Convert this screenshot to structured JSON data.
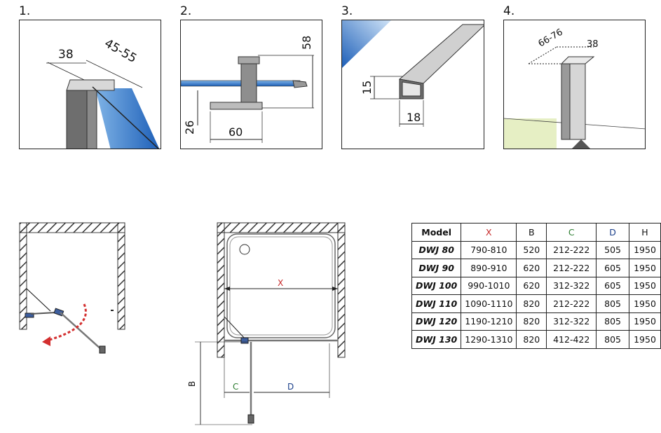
{
  "steps": [
    {
      "number": "1.",
      "dims": {
        "width": "38",
        "range": "45-55"
      }
    },
    {
      "number": "2.",
      "dims": {
        "height_top": "58",
        "height_bottom": "26",
        "width": "60"
      }
    },
    {
      "number": "3.",
      "dims": {
        "height": "15",
        "width": "18"
      }
    },
    {
      "number": "4.",
      "dims": {
        "range": "66-76",
        "width": "38"
      }
    }
  ],
  "plan": {
    "labels": {
      "x": "X",
      "b": "B",
      "c": "C",
      "d": "D"
    },
    "colors": {
      "x": "#c62828",
      "c": "#2e7d32",
      "d": "#1a3f8a",
      "arrow": "#d32f2f",
      "glass": "#3d7fc4"
    }
  },
  "table": {
    "headers": [
      "Model",
      "X",
      "B",
      "C",
      "D",
      "H"
    ],
    "rows": [
      [
        "DWJ 80",
        "790-810",
        "520",
        "212-222",
        "505",
        "1950"
      ],
      [
        "DWJ 90",
        "890-910",
        "620",
        "212-222",
        "605",
        "1950"
      ],
      [
        "DWJ 100",
        "990-1010",
        "620",
        "312-322",
        "605",
        "1950"
      ],
      [
        "DWJ 110",
        "1090-1110",
        "820",
        "212-222",
        "805",
        "1950"
      ],
      [
        "DWJ 120",
        "1190-1210",
        "820",
        "312-322",
        "805",
        "1950"
      ],
      [
        "DWJ 130",
        "1290-1310",
        "820",
        "412-422",
        "805",
        "1950"
      ]
    ]
  }
}
